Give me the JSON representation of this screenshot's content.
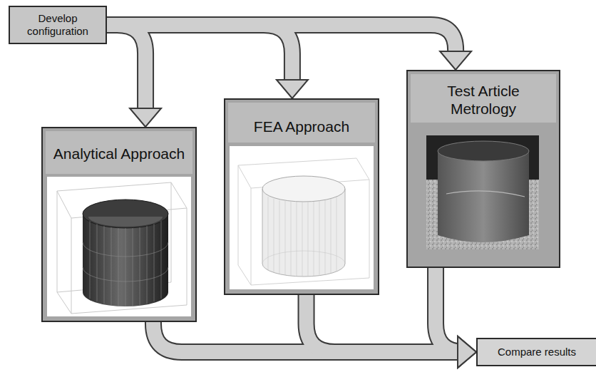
{
  "diagram": {
    "nodes": [
      {
        "text": [
          "Develop configuration"
        ]
      },
      {
        "text": [
          "Analytical Approach"
        ]
      },
      {
        "text": [
          "FEA Approach"
        ]
      },
      {
        "text": [
          "Test Article Metrology"
        ]
      },
      {
        "text": [
          "Compare results"
        ]
      }
    ],
    "edges": [
      {
        "from": 0,
        "to": 1,
        "arrow": "to"
      },
      {
        "from": 0,
        "to": 2,
        "arrow": "to"
      },
      {
        "from": 0,
        "to": 3,
        "arrow": "to"
      },
      {
        "from": 1,
        "to": 4,
        "arrow": "to"
      },
      {
        "from": 2,
        "to": 4,
        "arrow": "to"
      },
      {
        "from": 3,
        "to": 4,
        "arrow": "to"
      }
    ]
  }
}
